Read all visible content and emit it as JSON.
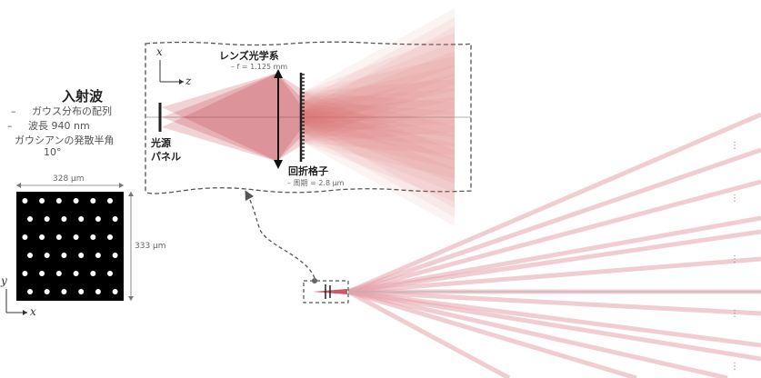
{
  "incident_wave": {
    "title": "入射波",
    "items": [
      {
        "bullet": "–",
        "text": "ガウス分布の配列"
      },
      {
        "bullet": "–",
        "text": "波長 940 nm"
      },
      {
        "bullet": "",
        "text": "ガウシアンの発散半角"
      },
      {
        "bullet": "",
        "text": "10°"
      }
    ]
  },
  "array_panel": {
    "width_label": "328 µm",
    "height_label": "333 µm",
    "rows": 6,
    "cols": 6,
    "axis_x": "x",
    "axis_y": "y"
  },
  "inset": {
    "axis_x": "x",
    "axis_z": "z",
    "lens": {
      "title": "レンズ光学系",
      "detail": "–  f = 1.125 mm"
    },
    "source": {
      "line1": "光源",
      "line2": "パネル"
    },
    "grating": {
      "title": "回折格子",
      "detail": "–  周期 = 2.8 µm"
    }
  },
  "colors": {
    "beam": "#c0303e",
    "beam_light": "#e7a3ab",
    "dashed": "#555555"
  },
  "side_marker": "⋮",
  "side_markers_count": 5
}
